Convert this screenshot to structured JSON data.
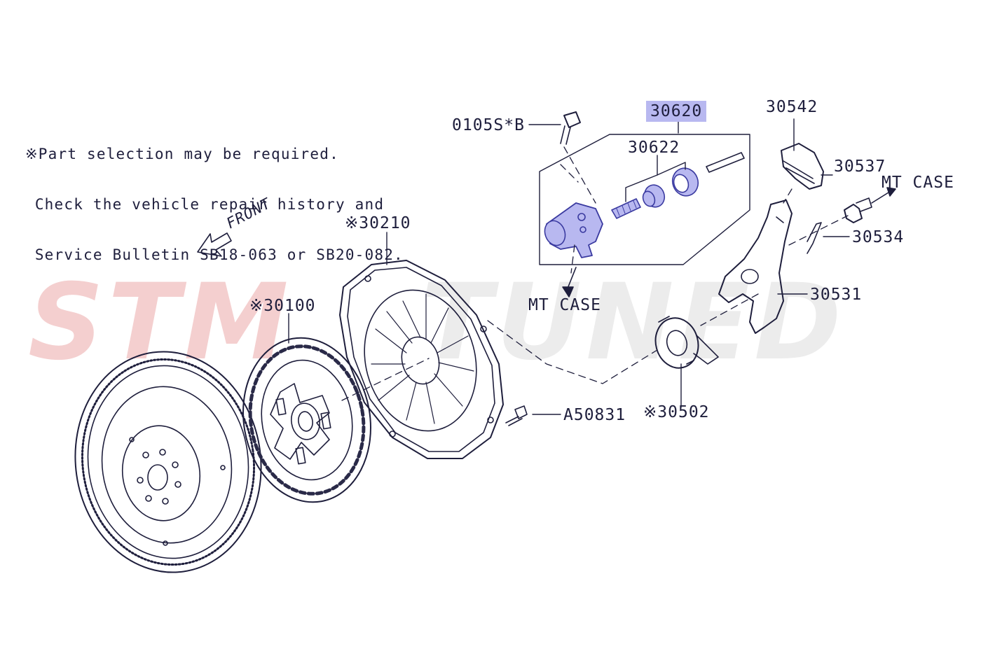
{
  "note": {
    "lines": [
      "※Part selection may be required.",
      " Check the vehicle repair history and",
      " Service Bulletin SB18-063 or SB20-082."
    ]
  },
  "watermark": {
    "text": "STMTUNED"
  },
  "labels": {
    "bolt": "0105S*B",
    "kit": "30620",
    "seal_kit": "30622",
    "boot": "30542",
    "pivot": "30537",
    "mt_case_right": "MT CASE",
    "clip": "30534",
    "fork": "30531",
    "mt_case_lower": "MT CASE",
    "cover": "※30210",
    "disc": "※30100",
    "front": "FRONT",
    "cover_bolt": "A50831",
    "bearing": "※30502"
  },
  "colors": {
    "line": "#1e1e3c",
    "highlight_fill": "#b8b8f0",
    "highlight_stroke": "#3a3aa0",
    "watermark_red": "#f4cfcf",
    "watermark_grey": "#ececec"
  }
}
